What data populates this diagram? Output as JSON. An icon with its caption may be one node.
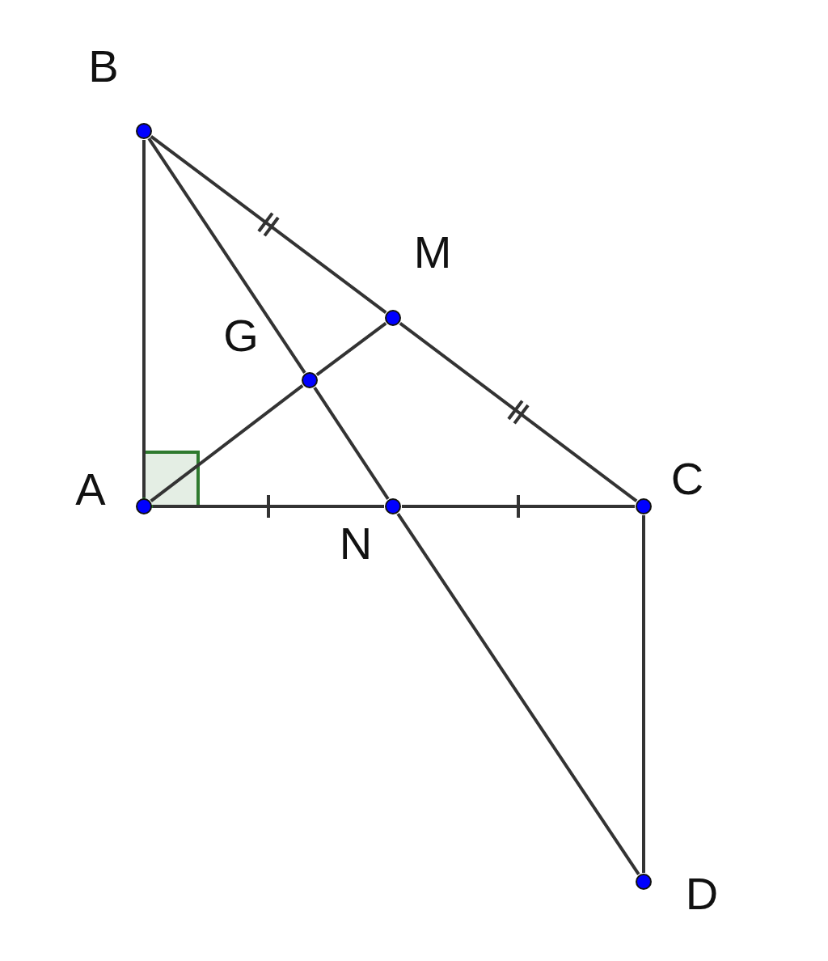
{
  "diagram": {
    "nodes": [
      {
        "text": [],
        "shape": "circle",
        "beside": [
          "B"
        ]
      },
      {
        "text": [],
        "shape": "circle",
        "beside": [
          "M"
        ]
      },
      {
        "text": [],
        "shape": "circle",
        "beside": [
          "G"
        ]
      },
      {
        "text": [],
        "shape": "circle",
        "beside": [
          "A"
        ]
      },
      {
        "text": [],
        "shape": "circle",
        "beside": [
          "N"
        ]
      },
      {
        "text": [],
        "shape": "circle",
        "beside": [
          "C"
        ]
      },
      {
        "text": [],
        "shape": "circle",
        "beside": [
          "D"
        ]
      }
    ],
    "edges": [
      {
        "from": 3,
        "to": 0,
        "arrow": "none"
      },
      {
        "from": 0,
        "to": 1,
        "arrow": "none"
      },
      {
        "from": 1,
        "to": 5,
        "arrow": "none"
      },
      {
        "from": 0,
        "to": 2,
        "arrow": "none"
      },
      {
        "from": 2,
        "to": 4,
        "arrow": "none"
      },
      {
        "from": 4,
        "to": 6,
        "arrow": "none"
      },
      {
        "from": 3,
        "to": 2,
        "arrow": "none"
      },
      {
        "from": 2,
        "to": 1,
        "arrow": "none"
      },
      {
        "from": 3,
        "to": 4,
        "arrow": "none"
      },
      {
        "from": 4,
        "to": 5,
        "arrow": "none"
      },
      {
        "from": 5,
        "to": 6,
        "arrow": "none"
      }
    ]
  }
}
